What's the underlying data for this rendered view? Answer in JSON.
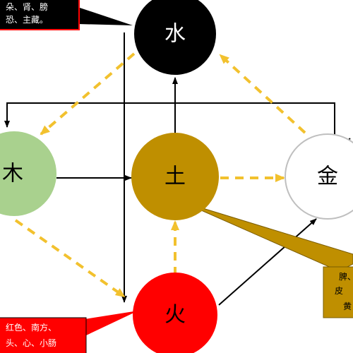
{
  "nodes": {
    "water": {
      "label": "水",
      "fill": "#000000",
      "text_color": "#ffffff"
    },
    "wood": {
      "label": "木",
      "fill": "#a9d18e",
      "text_color": "#000000"
    },
    "earth": {
      "label": "土",
      "fill": "#bf8f00",
      "text_color": "#000000"
    },
    "metal": {
      "label": "金",
      "fill": "#ffffff",
      "text_color": "#000000"
    },
    "fire": {
      "label": "火",
      "fill": "#ff0000",
      "text_color": "#000000"
    }
  },
  "callouts": {
    "water": {
      "lines": [
        "朵、肾、膀",
        "恐、主藏。"
      ],
      "fill": "#000000"
    },
    "fire": {
      "lines": [
        "红色、南方、",
        "头、心、小肠"
      ],
      "fill": "#ff0000"
    },
    "earth": {
      "lines": [
        "脾、",
        "皮",
        "黄"
      ],
      "fill": "#bf8f00"
    }
  },
  "colors": {
    "generating_arrow": "#f2c12e",
    "controlling_arrow": "#000000"
  }
}
